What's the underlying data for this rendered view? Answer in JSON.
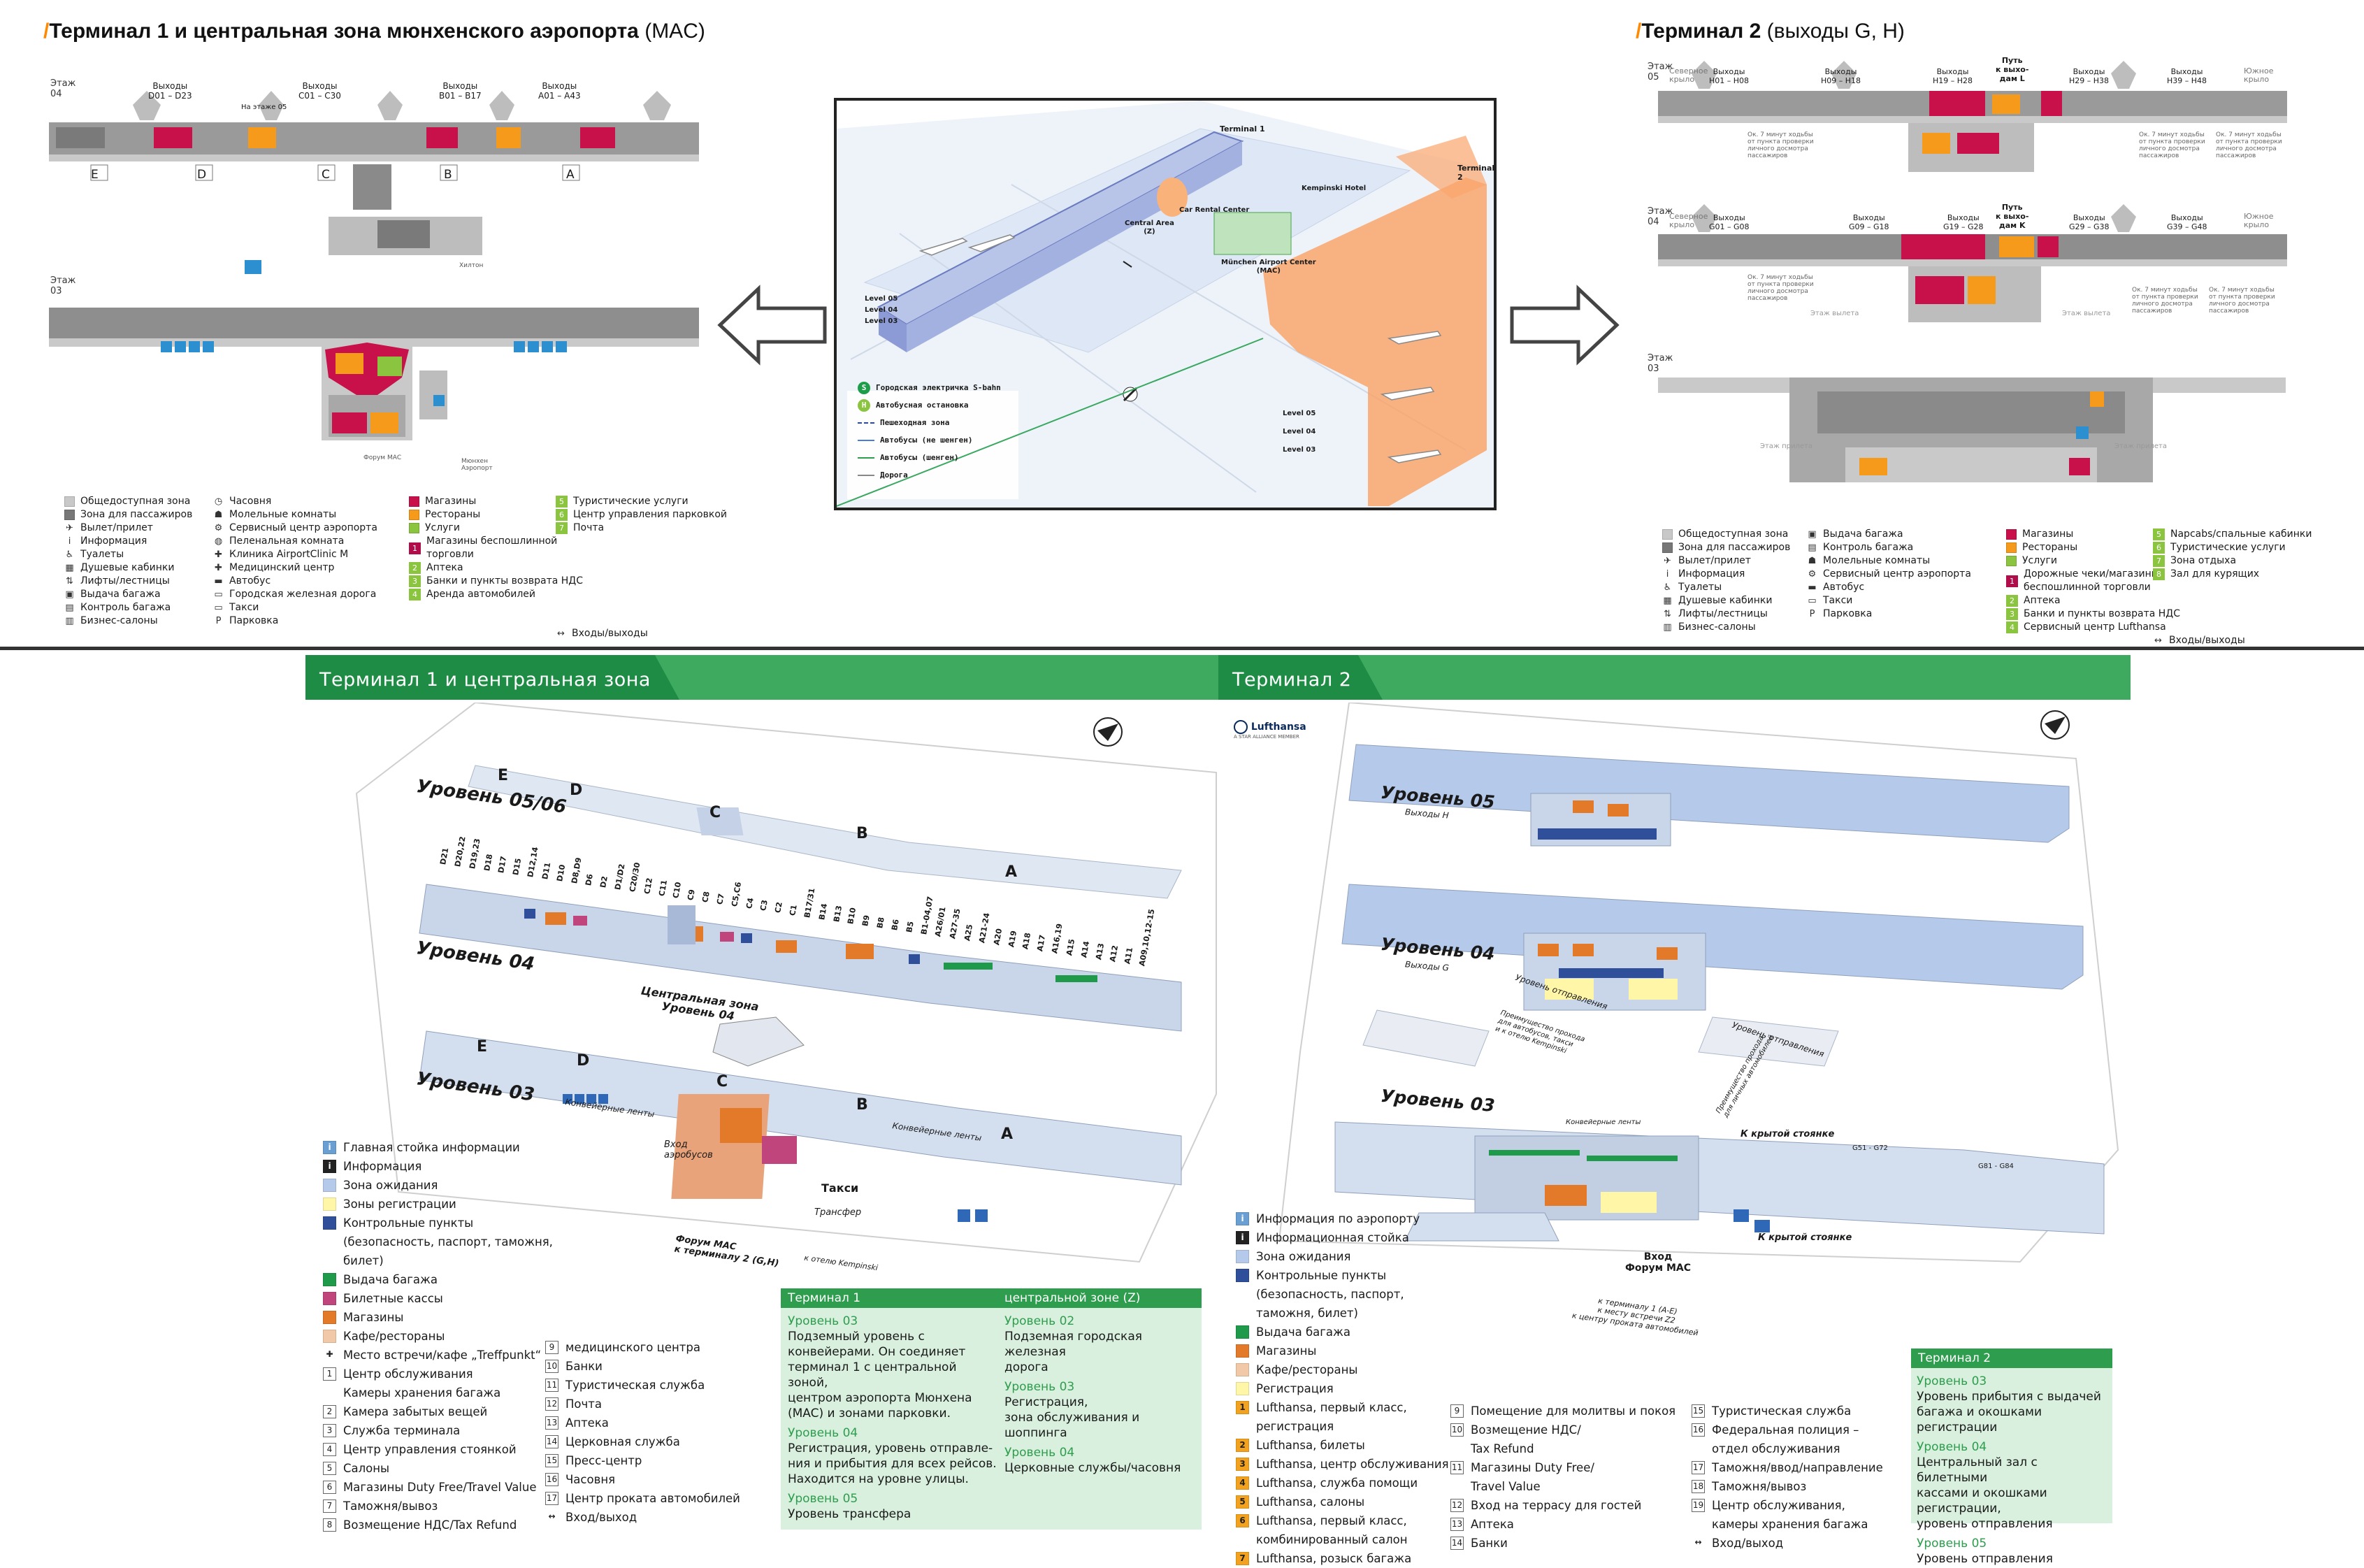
{
  "top_left": {
    "title": "Терминал 1 и центральная зона мюнхенского аэропорта",
    "title_tag": "(MAC)",
    "level_04": "Этаж\n04",
    "level_03": "Этаж\n03",
    "gates": [
      {
        "label": "Выходы\nD01 – D23"
      },
      {
        "label": "Выходы\nC01 – C30"
      },
      {
        "label": "Выходы\nB01 – B17"
      },
      {
        "label": "Выходы\nA01 – A43"
      }
    ],
    "to_level": "На этаже 05",
    "letters": [
      "E",
      "D",
      "C",
      "B",
      "A"
    ],
    "small_labels": [
      "Хилтон",
      "Форум МАС",
      "Мюнхен\nАэропорт"
    ],
    "legend": [
      [
        {
          "sw": "#c8c8c8",
          "text": "Общедоступная зона"
        },
        {
          "sw": "#777777",
          "text": "Зона для пассажиров"
        },
        {
          "icon": "✈",
          "text": "Вылет/прилет"
        },
        {
          "icon": "i",
          "text": "Информация"
        },
        {
          "icon": "♿",
          "text": "Туалеты"
        },
        {
          "icon": "▦",
          "text": "Душевые кабинки"
        },
        {
          "icon": "⇅",
          "text": "Лифты/лестницы"
        },
        {
          "icon": "▣",
          "text": "Выдача багажа"
        },
        {
          "icon": "▤",
          "text": "Контроль багажа"
        },
        {
          "icon": "▥",
          "text": "Бизнес-салоны"
        }
      ],
      [
        {
          "icon": "◷",
          "text": "Часовня"
        },
        {
          "icon": "☗",
          "text": "Молельные комнаты"
        },
        {
          "icon": "⚙",
          "text": "Сервисный центр аэропорта"
        },
        {
          "icon": "◍",
          "text": "Пеленальная комната"
        },
        {
          "icon": "✚",
          "text": "Клиника AirportClinic M"
        },
        {
          "icon": "✚",
          "text": "Медицинский центр"
        },
        {
          "icon": "▬",
          "text": "Автобус"
        },
        {
          "icon": "▭",
          "text": "Городская железная дорога"
        },
        {
          "icon": "▭",
          "text": "Такси"
        },
        {
          "icon": "P",
          "text": "Парковка"
        }
      ],
      [
        {
          "sw": "#c8104a",
          "text": "Магазины"
        },
        {
          "sw": "#f59a1b",
          "text": "Рестораны"
        },
        {
          "sw": "#8bc540",
          "text": "Услуги"
        },
        {
          "sw": "#b00d4a",
          "text": "Магазины беспошлинной\nторговли",
          "num": "1"
        },
        {
          "sw": "#8bc540",
          "text": "Аптека",
          "num": "2"
        },
        {
          "sw": "#8bc540",
          "text": "Банки и пункты возврата НДС",
          "num": "3"
        },
        {
          "sw": "#8bc540",
          "text": "Аренда автомобилей",
          "num": "4"
        }
      ],
      [
        {
          "sw": "#8bc540",
          "text": "Туристические услуги",
          "num": "5"
        },
        {
          "sw": "#8bc540",
          "text": "Центр управления парковкой",
          "num": "6"
        },
        {
          "sw": "#8bc540",
          "text": "Почта",
          "num": "7"
        },
        {
          "icon": "↔",
          "text": "Входы/выходы",
          "gap": "132"
        }
      ]
    ]
  },
  "center_map": {
    "labels": {
      "terminal1": "Terminal 1",
      "terminal2": "Terminal 2",
      "kempinski": "Kempinski Hotel",
      "car_rental": "Car Rental Center",
      "central_area": "Central Area\n(Z)",
      "mac": "München Airport Center\n(MAC)",
      "t1_l05": "Level 05",
      "t1_l04": "Level 04",
      "t1_l03": "Level 03",
      "t2_l05": "Level 05",
      "t2_l04": "Level 04",
      "t2_l03": "Level 03"
    },
    "legend": [
      {
        "icon": "S",
        "text": "Городская электричка S-bahn"
      },
      {
        "icon": "H",
        "text": "Автобусная остановка"
      },
      {
        "line": "dash",
        "text": "Пешеходная зона"
      },
      {
        "line": "blue",
        "text": "Автобусы (не шенген)"
      },
      {
        "line": "green",
        "text": "Автобусы (шенген)"
      },
      {
        "line": "gray",
        "text": "Дорога"
      }
    ]
  },
  "top_right": {
    "title": "Терминал 2",
    "title_tag": "(выходы G, H)",
    "level_05": "Этаж\n05",
    "level_04": "Этаж\n04",
    "level_03": "Этаж\n03",
    "north": "Северное\nкрыло",
    "south": "Южное\nкрыло",
    "gates_05": [
      "Выходы\nH01 – H08",
      "Выходы\nH09 – H18",
      "Выходы\nH19 – H28",
      "Выходы\nH29 – H38",
      "Выходы\nH39 – H48"
    ],
    "gates_04": [
      "Выходы\nG01 – G08",
      "Выходы\nG09 – G18",
      "Выходы\nG19 – G28",
      "Выходы\nG29 – G38",
      "Выходы\nG39 – G48"
    ],
    "path_05": "Путь\nк выхо-\nдам L",
    "path_04": "Путь\nк выхо-\nдам K",
    "walk_note": "Ок. 7 минут ходьбы\nот пункта проверки\nличного досмотра\nпассажиров",
    "floor_departure": "Этаж вылета",
    "floor_arrival": "Этаж прилета",
    "legend": [
      [
        {
          "sw": "#c8c8c8",
          "text": "Общедоступная зона"
        },
        {
          "sw": "#777777",
          "text": "Зона для пассажиров"
        },
        {
          "icon": "✈",
          "text": "Вылет/прилет"
        },
        {
          "icon": "i",
          "text": "Информация"
        },
        {
          "icon": "♿",
          "text": "Туалеты"
        },
        {
          "icon": "▦",
          "text": "Душевые кабинки"
        },
        {
          "icon": "⇅",
          "text": "Лифты/лестницы"
        },
        {
          "icon": "▥",
          "text": "Бизнес-салоны"
        }
      ],
      [
        {
          "icon": "▣",
          "text": "Выдача багажа"
        },
        {
          "icon": "▤",
          "text": "Контроль багажа"
        },
        {
          "icon": "☗",
          "text": "Молельные комнаты"
        },
        {
          "icon": "⚙",
          "text": "Сервисный центр аэропорта"
        },
        {
          "icon": "▬",
          "text": "Автобус"
        },
        {
          "icon": "▭",
          "text": "Такси"
        },
        {
          "icon": "P",
          "text": "Парковка"
        }
      ],
      [
        {
          "sw": "#c8104a",
          "text": "Магазины"
        },
        {
          "sw": "#f59a1b",
          "text": "Рестораны"
        },
        {
          "sw": "#8bc540",
          "text": "Услуги"
        },
        {
          "sw": "#b00d4a",
          "text": "Дорожные чеки/магазины\nбеспошлинной торговли",
          "num": "1"
        },
        {
          "sw": "#8bc540",
          "text": "Аптека",
          "num": "2"
        },
        {
          "sw": "#8bc540",
          "text": "Банки и пункты возврата НДС",
          "num": "3"
        },
        {
          "sw": "#8bc540",
          "text": "Сервисный центр Lufthansa",
          "num": "4"
        }
      ],
      [
        {
          "sw": "#8bc540",
          "text": "Napcabs/спальные кабинки",
          "num": "5"
        },
        {
          "sw": "#8bc540",
          "text": "Туристические услуги",
          "num": "6"
        },
        {
          "sw": "#8bc540",
          "text": "Зона отдыха",
          "num": "7"
        },
        {
          "sw": "#8bc540",
          "text": "Зал для курящих",
          "num": "8"
        },
        {
          "icon": "↔",
          "text": "Входы/выходы",
          "gap": "76"
        }
      ]
    ]
  },
  "bottom_left": {
    "header": "Терминал 1 и центральная зона",
    "level_0506": "Уровень 05/06",
    "level_04": "Уровень 04",
    "level_03": "Уровень 03",
    "central": "Центральная зона\nУровень 04",
    "belts": "Конвейерные ленты",
    "taxi": "Такси",
    "transfer": "Трансфер",
    "bus": "Вход\nаэробусов",
    "forum": "Форум МАС\nк терминалу 2 (G,H)",
    "kempinski": "к отелю Kempinski",
    "letters": [
      "E",
      "D",
      "C",
      "B",
      "A"
    ],
    "gates": [
      "D21",
      "D20,22",
      "D19,23",
      "D18",
      "D17",
      "D15",
      "D12,14",
      "D11",
      "D10",
      "D8,D9",
      "D6",
      "D2",
      "D1/D2",
      "C20/30",
      "C12",
      "C11",
      "C10",
      "C9",
      "C8",
      "C7",
      "C5,C6",
      "C4",
      "C3",
      "C2",
      "C1",
      "B17/31",
      "B14",
      "B13",
      "B10",
      "B9",
      "B8",
      "B6",
      "B5",
      "B1-04,07",
      "A26/01",
      "A27-35",
      "A25",
      "A21-24",
      "A20",
      "A19",
      "A18",
      "A17",
      "A16,19",
      "A15",
      "A14",
      "A13",
      "A12",
      "A11",
      "A09,10,12-15"
    ],
    "legend": [
      {
        "sw": "#6a9fd4",
        "sym": "i",
        "text": "Главная стойка информации"
      },
      {
        "sw": "#222222",
        "sym": "i",
        "text": "Информация"
      },
      {
        "sw": "#b5c9ea",
        "text": "Зона ожидания"
      },
      {
        "sw": "#fff6a8",
        "text": "Зоны регистрации"
      },
      {
        "sw": "#2f4f9a",
        "text": "Контрольные пункты\n(безопасность, паспорт, таможня,\nбилет)"
      },
      {
        "sw": "#1f9a4a",
        "text": "Выдача багажа"
      },
      {
        "sw": "#c0457c",
        "text": "Билетные кассы"
      },
      {
        "sw": "#e37a2a",
        "text": "Магазины"
      },
      {
        "sw": "#f2c9a8",
        "text": "Кафе/рестораны"
      },
      {
        "sym": "✚",
        "text": "Место встречи/кафе „Treffpunkt“"
      },
      {
        "num": "1",
        "text": "Центр обслуживания\nКамеры хранения багажа"
      },
      {
        "num": "2",
        "text": "Камера забытых вещей"
      },
      {
        "num": "3",
        "text": "Служба терминала"
      },
      {
        "num": "4",
        "text": "Центр управления стоянкой"
      },
      {
        "num": "5",
        "text": "Салоны"
      },
      {
        "num": "6",
        "text": "Магазины Duty Free/Travel Value"
      },
      {
        "num": "7",
        "text": "Таможня/вывоз"
      },
      {
        "num": "8",
        "text": "Возмещение НДС/Tax Refund"
      }
    ],
    "legend2": [
      {
        "num": "9",
        "text": "медицинского центра"
      },
      {
        "num": "10",
        "text": "Банки"
      },
      {
        "num": "11",
        "text": "Туристическая служба"
      },
      {
        "num": "12",
        "text": "Почта"
      },
      {
        "num": "13",
        "text": "Аптека"
      },
      {
        "num": "14",
        "text": "Церковная служба"
      },
      {
        "num": "15",
        "text": "Пресс-центр"
      },
      {
        "num": "16",
        "text": "Часовня"
      },
      {
        "num": "17",
        "text": "Центр проката автомобилей"
      },
      {
        "sym": "↔",
        "text": "Вход/выход"
      }
    ],
    "info": {
      "h1": "Терминал 1",
      "h2": "центральной зоне (Z)",
      "col1": [
        {
          "h": "Уровень 03",
          "p": "Подземный уровень с\nконвейерами. Он соединяет\nтерминал 1 с центральной зоной,\nцентром аэропорта Мюнхена\n(MAC) и зонами парковки."
        },
        {
          "h": "Уровень 04",
          "p": "Регистрация, уровень отправле-\nния и прибытия для всех рейсов.\nНаходится на уровне улицы."
        },
        {
          "h": "Уровень 05",
          "p": "Уровень трансфера"
        }
      ],
      "col2": [
        {
          "h": "Уровень 02",
          "p": "Подземная городская железная\nдорога"
        },
        {
          "h": "Уровень 03",
          "p": "Регистрация,\nзона обслуживания и шоппинга"
        },
        {
          "h": "Уровень 04",
          "p": "Церковные службы/часовня"
        }
      ]
    }
  },
  "bottom_right": {
    "header": "Терминал 2",
    "lufthansa": "Lufthansa",
    "star": "A STAR ALLIANCE MEMBER",
    "level_05": "Уровень 05",
    "level_05_sub": "Выходы H",
    "level_04": "Уровень 04",
    "level_04_sub": "Выходы G",
    "level_03": "Уровень 03",
    "dep": "Уровень отправления",
    "dep2": "Уровень отправления",
    "belts": "Конвейерные ленты",
    "forum": "Вход\nФорум МАС",
    "to_t1": "к терминалу 1 (A-E)\nк месту встречи Z2\nк центру проката автомобилей",
    "covered": "К крытой стоянке",
    "covered2": "К крытой стоянке",
    "kempinski": "Преимущество прохода\nдля автобусов, такси\nи к отелю Kempinski",
    "cars": "Преимущество прохода\nдля личных автомобилей",
    "gates_g": "G51 - G72",
    "gates_g2": "G81 - G84",
    "legend": [
      {
        "sw": "#6a9fd4",
        "sym": "i",
        "text": "Информация по аэропорту"
      },
      {
        "sw": "#222222",
        "sym": "i",
        "text": "Информационная стойка"
      },
      {
        "sw": "#b5c9ea",
        "text": "Зона ожидания"
      },
      {
        "sw": "#2f4f9a",
        "text": "Контрольные пункты\n(безопасность, паспорт,\nтаможня, билет)"
      },
      {
        "sw": "#1f9a4a",
        "text": "Выдача багажа"
      },
      {
        "sw": "#e37a2a",
        "text": "Магазины"
      },
      {
        "sw": "#f2c9a8",
        "text": "Кафе/рестораны"
      },
      {
        "sw": "#fff6a8",
        "text": "Регистрация"
      },
      {
        "sw": "#f2a21e",
        "num": "1",
        "text": "Lufthansa, первый класс,\nрегистрация"
      },
      {
        "sw": "#f2a21e",
        "num": "2",
        "text": "Lufthansa, билеты"
      },
      {
        "sw": "#f2a21e",
        "num": "3",
        "text": "Lufthansa, центр обслуживания"
      },
      {
        "sw": "#f2a21e",
        "num": "4",
        "text": "Lufthansa, служба помощи"
      },
      {
        "sw": "#f2a21e",
        "num": "5",
        "text": "Lufthansa, салоны"
      },
      {
        "sw": "#f2a21e",
        "num": "6",
        "text": "Lufthansa, первый класс,\nкомбинированный салон"
      },
      {
        "sw": "#f2a21e",
        "num": "7",
        "text": "Lufthansa, розыск багажа"
      }
    ],
    "legend2": [
      {
        "num": "9",
        "text": "Помещение для молитвы и покоя"
      },
      {
        "num": "10",
        "text": "Возмещение НДС/\nTax Refund"
      },
      {
        "num": "11",
        "text": "Магазины Duty Free/\nTravel Value"
      },
      {
        "num": "12",
        "text": "Вход на террасу для гостей"
      },
      {
        "num": "13",
        "text": "Аптека"
      },
      {
        "num": "14",
        "text": "Банки"
      }
    ],
    "legend3": [
      {
        "num": "15",
        "text": "Туристическая служба"
      },
      {
        "num": "16",
        "text": "Федеральная полиция –\nотдел обслуживания"
      },
      {
        "num": "17",
        "text": "Таможня/ввод/направление"
      },
      {
        "num": "18",
        "text": "Таможня/вывоз"
      },
      {
        "num": "19",
        "text": "Центр обслуживания,\nкамеры хранения багажа"
      },
      {
        "sym": "↔",
        "text": "Вход/выход"
      }
    ],
    "info": {
      "h": "Терминал 2",
      "items": [
        {
          "h": "Уровень 03",
          "p": "Уровень прибытия с выдачей\nбагажа и окошками регистрации"
        },
        {
          "h": "Уровень 04",
          "p": "Центральный зал с билетными\nкассами и окошками регистрации,\nуровень отправления"
        },
        {
          "h": "Уровень 05",
          "p": "Уровень отправления"
        }
      ]
    }
  }
}
